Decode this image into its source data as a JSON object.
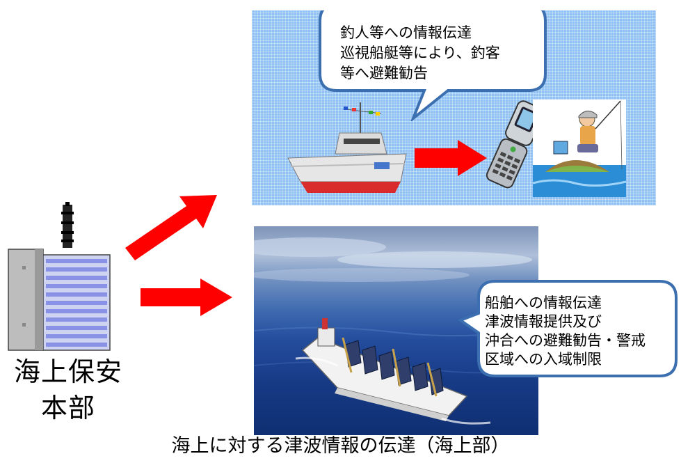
{
  "headquarters": {
    "label": "海上保安本部"
  },
  "top_panel": {
    "bubble_lines": [
      "釣人等への情報伝達",
      "巡視船艇等により、釣客",
      "等へ避難勧告"
    ]
  },
  "bottom_panel": {
    "bubble_lines": [
      "船舶への情報伝達",
      "津波情報提供及び",
      "沖合への避難勧告・警戒",
      "区域への入域制限"
    ]
  },
  "caption": "海上に対する津波情報の伝達（海上部）",
  "colors": {
    "arrow": "#ff0000",
    "bubble_border": "#3c6fb0",
    "sky_panel": "#8fc1f4",
    "sea": "#1c4797"
  }
}
